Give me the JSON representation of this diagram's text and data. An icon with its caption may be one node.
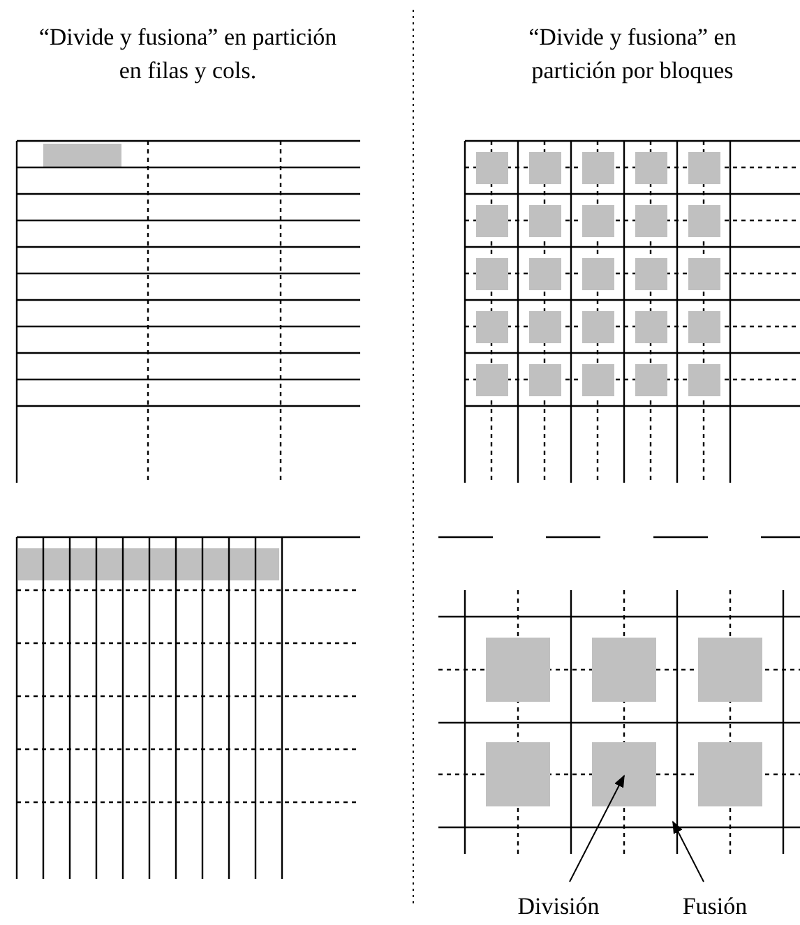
{
  "diagram": {
    "nodes": [
      {
        "text": [
          "División"
        ]
      },
      {
        "text": [],
        "shape": "box"
      },
      {
        "text": [
          "Fusión"
        ]
      },
      {
        "text": [],
        "shape": "bar"
      }
    ],
    "edges": [
      {
        "from": 0,
        "to": 1,
        "arrow": "to"
      },
      {
        "from": 2,
        "to": 3,
        "arrow": "to"
      }
    ],
    "labels": [
      "“Divide y fusiona” en partición en filas y cols.",
      "“Divide y fusiona” en partición por bloques"
    ]
  }
}
